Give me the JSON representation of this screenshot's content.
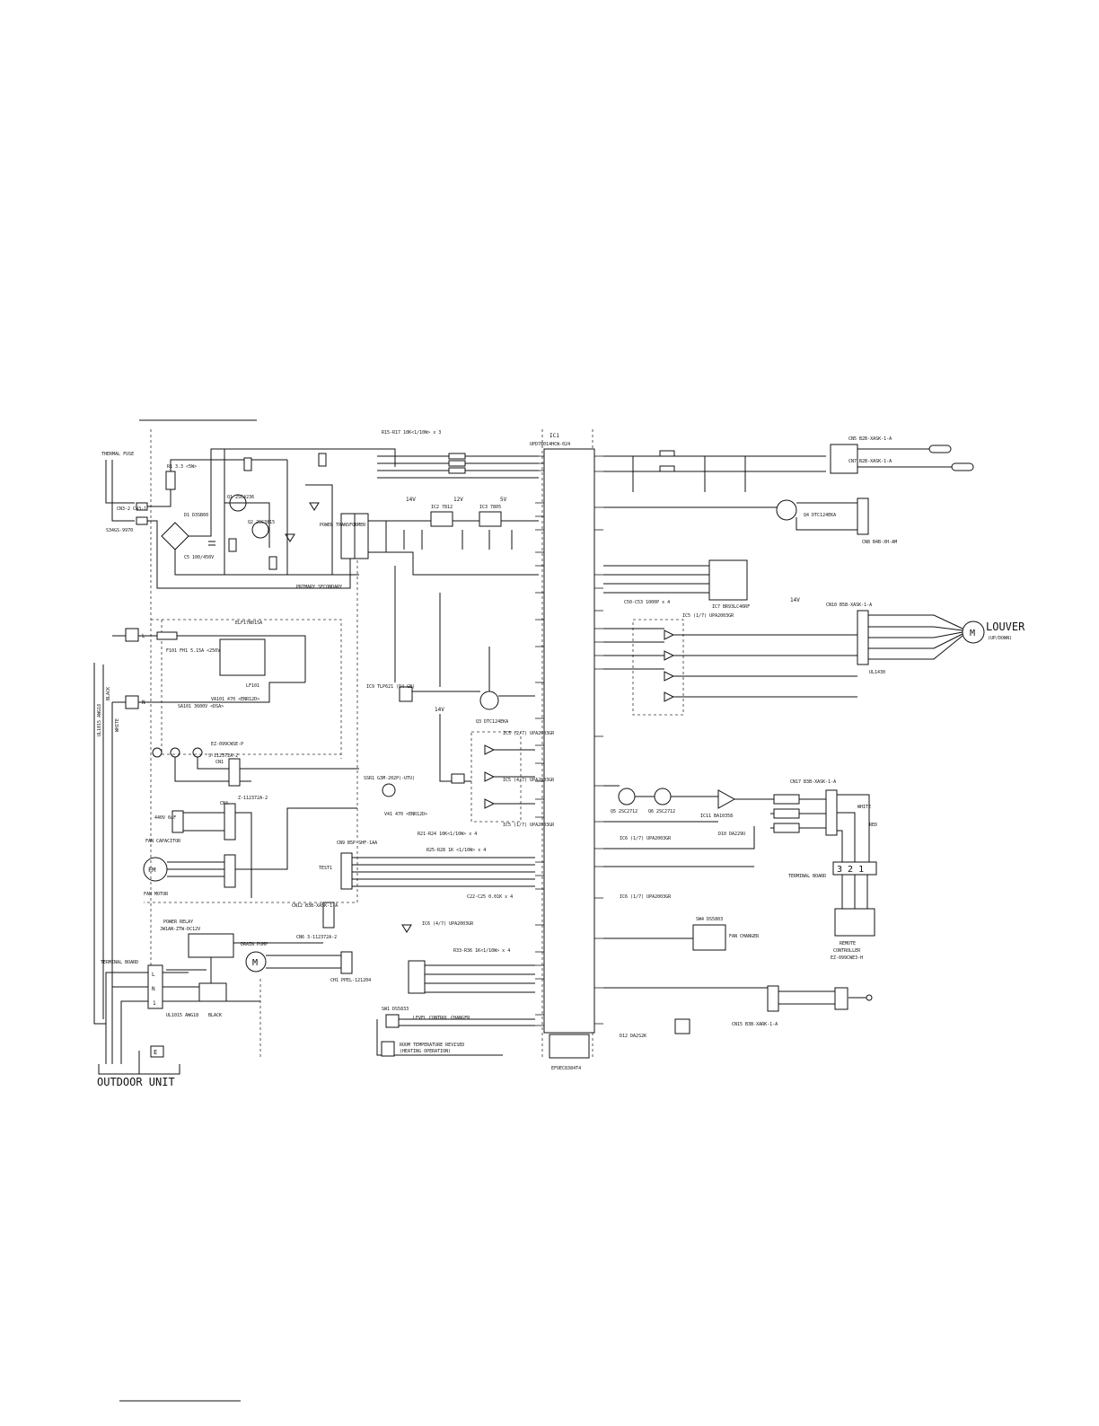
{
  "labels": {
    "thermal_fuse": "THERMAL FUSE",
    "power_transformer": "POWER TRANSFORMER",
    "primary_secondary": "PRIMARY    SECONDARY",
    "ic1_name": "IC1",
    "ic1_part": "UPD78014HCW-024",
    "eeprom_part": "EFOEC8384T4",
    "louver": "LOUVER",
    "louver_sub": "(UP/DOWN)",
    "fan_capacitor": "FAN CAPACITOR",
    "fan_motor": "FAN MOTOR",
    "power_relay": "POWER RELAY",
    "power_relay_part": "JW1AN-ZTW-DC12V",
    "drain_pump": "DRAIN PUMP",
    "terminal_board_left": "TERMINAL BOARD",
    "terminal_board_right": "TERMINAL BOARD",
    "remote_controller": "REMOTE",
    "remote_controller_2": "CONTROLLER",
    "remote_part": "EZ-099CWE3-H",
    "outdoor_unit": "OUTDOOR UNIT",
    "cn_thermal": "CN3-2  CN3-1",
    "thermal_part": "S34GS-9970",
    "d1": "D1  D3SB60",
    "c5": "C5  100/450V",
    "r1": "R1  3.3  <5W>",
    "elf": "ELF17N015A",
    "lf101": "LF101",
    "fuse": "F101 FH1  5.15A  <250V>",
    "sa101": "SA101  3600V <DSA>",
    "va101": "VA101  470 <ENR12D>",
    "ez_part": "EZ-099CWSE-P",
    "cn1_label": "CN1",
    "cn1_part": "S-112372A-2",
    "cn4_label": "CN4",
    "cn4_part": "Z-112372A-2",
    "capacitor_value": "440V  6uF",
    "cn9": "CN9  B5P-SHF-1AA",
    "test1": "TEST1",
    "cn12": "CN12  B3B-XASK-1-A",
    "cn6": "CN6  3-112372A-2",
    "ch1": "CH1  PPEL-121204",
    "sw1": "SW1  DS5833",
    "sw4": "SW4  DS5803",
    "ssr1": "SSR1  G3M-202P(-UTU)",
    "v41": "V41  470  <ENR12D>",
    "ic5_a": "IC5 (1/7)  UPA2003GR",
    "ic5_b": "IC5 (2/7)  UPA2003GR",
    "ic5_c": "IC5 (4/7)  UPA2003GR",
    "ic5_d": "IC5 (1/7)  UPA2003GR",
    "ic6_a": "IC6 (1/7)  UPA2003GR",
    "ic6_b": "IC6 (4/7)  UPA2003GR",
    "ic6_c": "IC6 (1/7)  UPA2003GR",
    "ic7": "IC7  BR93LC46RF",
    "ic9": "IC9  TLP621  (D4-GB)",
    "q1": "Q1  2SC4236",
    "q2": "Q2  2SC3815",
    "q3": "Q3  DTC124EKA",
    "q4": "Q4  DTC124EKA",
    "q5": "Q5  2SC2712",
    "q6": "Q6  2SC2712",
    "ic11": "IC11  BA10358",
    "d10": "D10  DA229U",
    "d12": "D12  DA2S2K",
    "ic2": "IC2  7812",
    "ic3": "IC3  7805",
    "cn5": "CN5  B2B-XASK-1-A",
    "cn7": "CN7  B2B-XASK-1-A",
    "cn8": "CN8  B4B-XH-AM",
    "cn10": "CN10  B5B-XASK-1-A",
    "cn17": "CN17  B3B-XASK-1-A",
    "cn15": "CN15  B3B-XARK-1-A",
    "ul1430": "UL1430",
    "tb_numbers": "3  2  1",
    "v14": "14V",
    "v12": "12V",
    "v5": "5V",
    "r15": "R15-R17  10K<1/10W> x 3",
    "r21": "R21-R24  10K<1/10W> x 4",
    "r25": "R25-R28  1K <1/10W> x 4",
    "r33": "R33-R36  1K<1/10W> x 4",
    "c22": "C22-C25  0.01K x 4",
    "c50": "C50-C53  1000P x 4",
    "wire_black": "BLACK",
    "wire_white": "WHITE",
    "wire_red": "RED",
    "wire_ul1015": "UL1015 AWG18",
    "room_temp_1": "ROOM TEMPERATURE REVISED",
    "room_temp_2": "(HEATING OPERATION)",
    "cont_changer": "LEVEL CONTROL CHANGER",
    "fan_changer": "FAN CHANGER"
  }
}
